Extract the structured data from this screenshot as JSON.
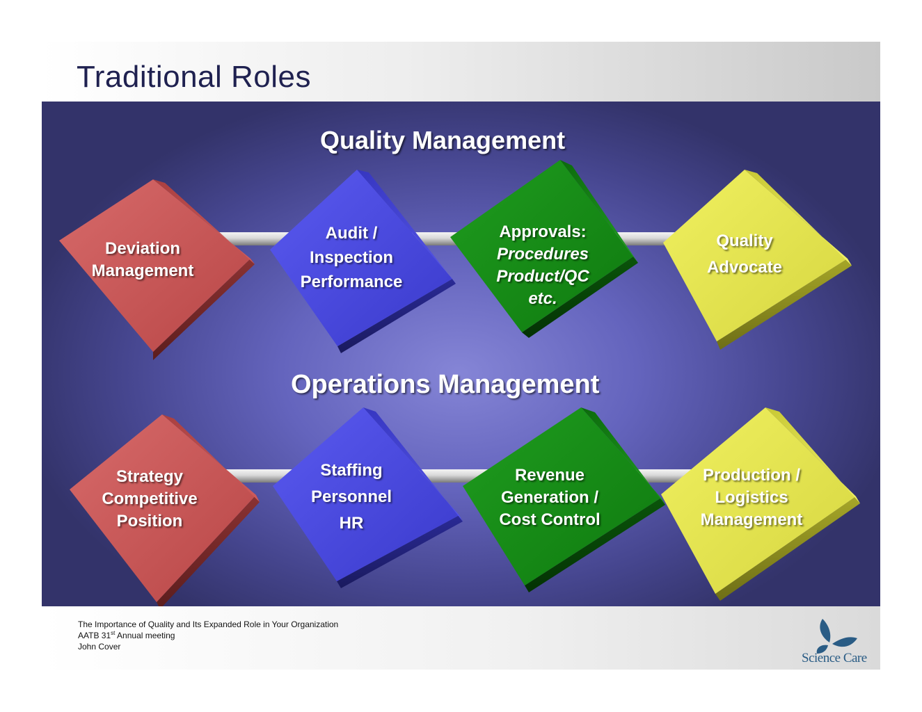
{
  "title": "Traditional Roles",
  "colors": {
    "red": "#c24a4a",
    "blue": "#4b4be6",
    "green": "#1e8a1e",
    "yellow": "#e0e04a",
    "background": "#6a6ac4",
    "title_text": "#1f2150",
    "logo": "#2a5c85"
  },
  "sections": {
    "quality": {
      "heading": "Quality Management",
      "nodes": [
        {
          "color": "red",
          "lines": [
            "Deviation",
            "Management"
          ],
          "italic": [
            false,
            false
          ]
        },
        {
          "color": "blue",
          "lines": [
            "Audit /",
            "Inspection",
            "Performance"
          ],
          "italic": [
            false,
            false,
            false
          ]
        },
        {
          "color": "green",
          "lines": [
            "Approvals:",
            "Procedures",
            "Product/QC",
            "etc."
          ],
          "italic": [
            false,
            true,
            true,
            true
          ]
        },
        {
          "color": "yellow",
          "lines": [
            "Quality",
            "Advocate"
          ],
          "italic": [
            false,
            false
          ]
        }
      ]
    },
    "operations": {
      "heading": "Operations Management",
      "nodes": [
        {
          "color": "red",
          "lines": [
            "Strategy",
            "Competitive",
            "Position"
          ],
          "italic": [
            false,
            false,
            false
          ]
        },
        {
          "color": "blue",
          "lines": [
            "Staffing",
            "Personnel",
            "HR"
          ],
          "italic": [
            false,
            false,
            false
          ]
        },
        {
          "color": "green",
          "lines": [
            "Revenue",
            "Generation /",
            "Cost Control"
          ],
          "italic": [
            false,
            false,
            false
          ]
        },
        {
          "color": "yellow",
          "lines": [
            "Production /",
            "Logistics",
            "Management"
          ],
          "italic": [
            false,
            false,
            false
          ]
        }
      ]
    }
  },
  "footer": {
    "line1": "The Importance of Quality and Its Expanded Role in Your Organization",
    "line2_prefix": "AATB 31",
    "line2_sup": "st",
    "line2_suffix": " Annual meeting",
    "line3": "John Cover"
  },
  "logo": {
    "text": "Science Care",
    "icon": "leaf-logo-icon"
  }
}
